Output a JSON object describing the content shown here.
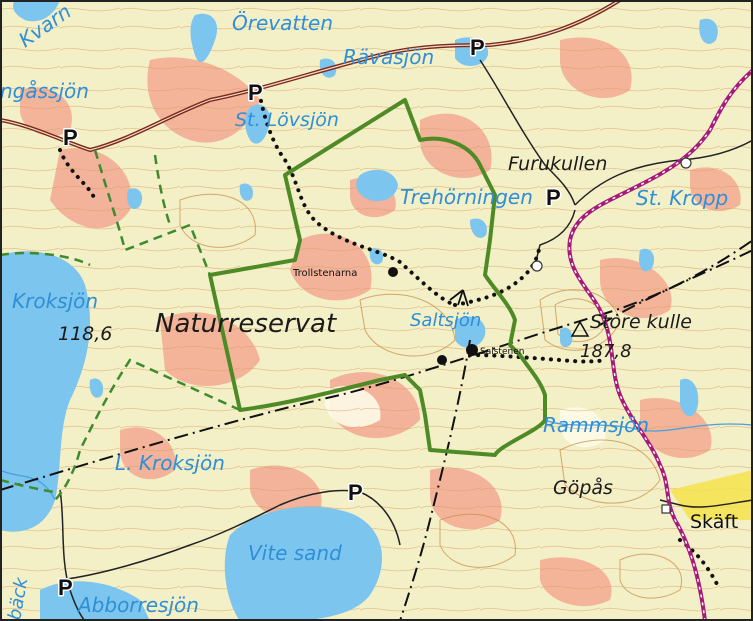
{
  "map": {
    "water_labels": {
      "orevatten": "Örevatten",
      "ravasjon": "Rävasjön",
      "ingassjon": "ngåssjön",
      "st_lovsjon": "St. Lövsjön",
      "trehorningen": "Trehörningen",
      "kroksjon": "Kroksjön",
      "saltsjon": "Saltsjön",
      "rammsjon": "Rammsjön",
      "l_kroksjon": "L. Kroksjön",
      "vite_sand": "Vite sand",
      "abborresjon": "Abborresjön",
      "st_kropp": "St. Kropp",
      "kvarn": "Kvarn"
    },
    "place_labels": {
      "furukullen": "Furukullen",
      "store_kulle": "Store kulle",
      "gopas": "Göpås",
      "skaft": "Skäft",
      "trollstenarna": "Trollstenarna",
      "salstenen": "Salstenen",
      "back": "bäck"
    },
    "reserve_label": "Naturreservat",
    "elevations": {
      "kroksjon": "118,6",
      "store_kulle": "187,8"
    },
    "parking_label": "P",
    "colors": {
      "forest": "#f3efc7",
      "open_land": "#f2a58f",
      "water": "#7cc5ee",
      "water_label": "#2f8fd6",
      "contour": "#c8893f",
      "road": "#7a2a1a",
      "reserve_border": "#4e8a26",
      "reserve_border_dashed": "#3f8a2e",
      "trail": "#111111",
      "power_line": "#111111",
      "municipal_border": "#a61a7a",
      "field": "#f4e24a"
    }
  }
}
